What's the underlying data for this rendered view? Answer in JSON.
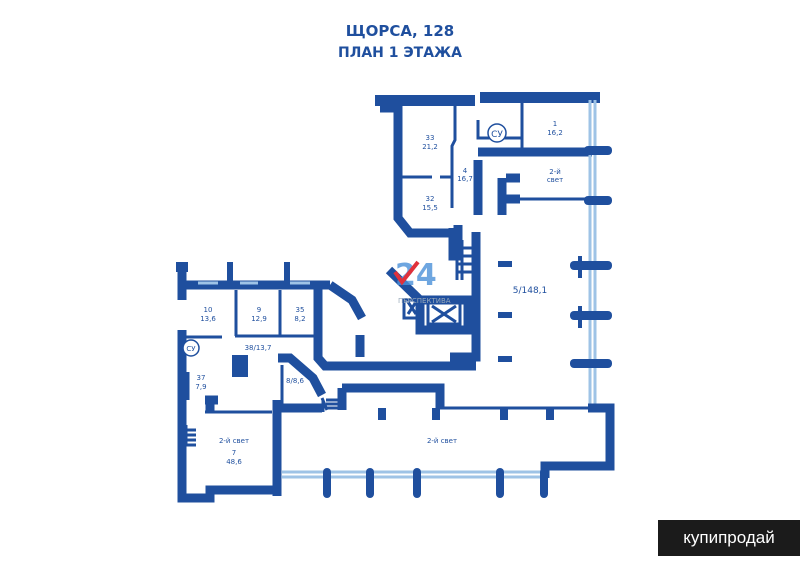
{
  "header": {
    "title": "ЩОРСА, 128",
    "subtitle": "ПЛАН 1 ЭТАЖА"
  },
  "rooms": {
    "r33": {
      "num": "33",
      "area": "21,2"
    },
    "r4": {
      "num": "4",
      "area": "16,7"
    },
    "r32": {
      "num": "32",
      "area": "15,5"
    },
    "r1": {
      "num": "1",
      "area": "16,2"
    },
    "light_top": {
      "l1": "2-й",
      "l2": "свет"
    },
    "r5": {
      "label": "5/148,1"
    },
    "r10": {
      "num": "10",
      "area": "13,6"
    },
    "r9": {
      "num": "9",
      "area": "12,9"
    },
    "r35": {
      "num": "35",
      "area": "8,2"
    },
    "r38": {
      "label": "38/13,7"
    },
    "r37": {
      "num": "37",
      "area": "7,9"
    },
    "r8": {
      "label": "8/8,6"
    },
    "r7": {
      "light": "2-й свет",
      "num": "7",
      "area": "48,6"
    },
    "light_big": {
      "label": "2-й свет"
    }
  },
  "wc_label": "СУ",
  "logo": {
    "text": "ПЕРСПЕКТИВА"
  },
  "watermark": "купипродай",
  "colors": {
    "plan": "#1f4f9e",
    "glass": "#9ec3e6",
    "logo_red": "#e0313b"
  }
}
